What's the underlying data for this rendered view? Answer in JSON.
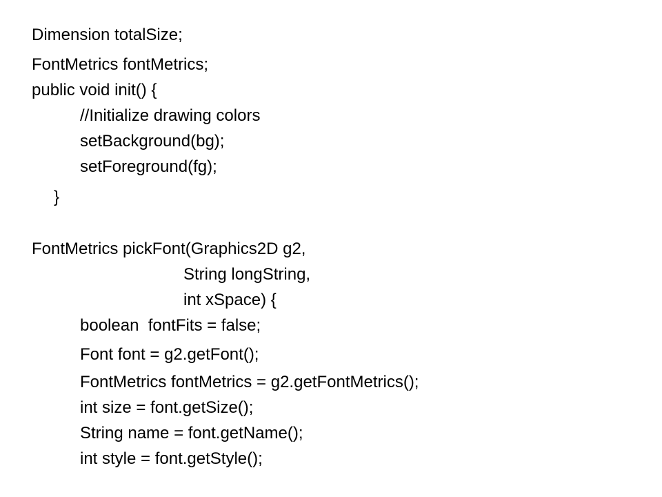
{
  "code_lines": [
    "Dimension totalSize;",
    "FontMetrics fontMetrics;",
    "public void init() {",
    "//Initialize drawing colors",
    "setBackground(bg);",
    "setForeground(fg);",
    "}",
    "FontMetrics pickFont(Graphics2D g2,",
    "String longString,",
    "int xSpace) {",
    "boolean  fontFits = false;",
    "Font font = g2.getFont();",
    "FontMetrics fontMetrics = g2.getFontMetrics();",
    "int size = font.getSize();",
    "String name = font.getName();",
    "int style = font.getStyle();"
  ]
}
